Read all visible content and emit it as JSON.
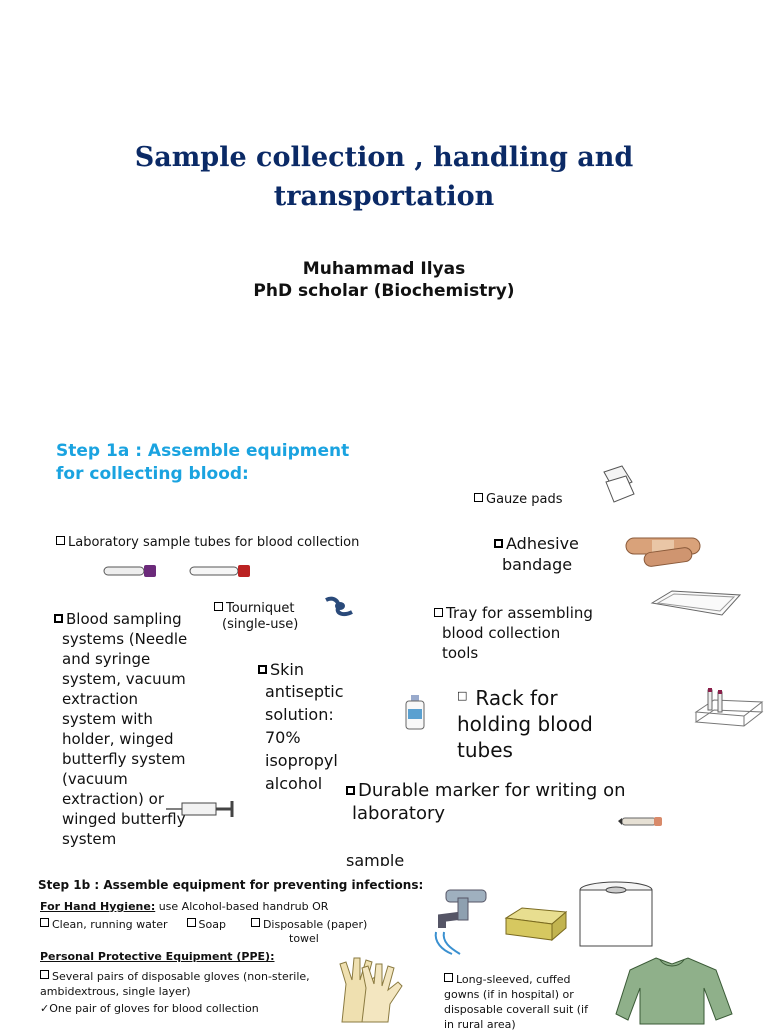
{
  "title": {
    "line1": "Sample collection , handling  and",
    "line2": "transportation"
  },
  "author": {
    "name": "Muhammad Ilyas",
    "role": "PhD scholar (Biochemistry)"
  },
  "step1a": {
    "line1": "Step 1a : Assemble equipment",
    "line2": "for collecting blood:"
  },
  "items": {
    "gauze": "Gauze pads",
    "tubes": "Laboratory sample tubes for blood collection",
    "adhesive_l1": "Adhesive",
    "adhesive_l2": "bandage",
    "tourniquet_l1": "Tourniquet",
    "tourniquet_l2": "(single-use)",
    "tray_l1": "Tray for assembling",
    "tray_l2": "blood collection",
    "tray_l3": "tools",
    "sampling": [
      "Blood sampling",
      "systems (Needle",
      "and syringe",
      "system,  vacuum",
      "extraction",
      "system with",
      "holder, winged",
      "butterfly  system",
      "(vacuum",
      "extraction) or",
      "winged butterfly",
      "system"
    ],
    "antiseptic": [
      "Skin",
      "antiseptic",
      "solution:",
      "70%",
      "isopropyl",
      "alcohol"
    ],
    "rack": [
      "Rack for",
      "holding blood",
      "tubes"
    ],
    "marker_l1": "Durable marker for writing on",
    "marker_l2": "laboratory",
    "marker_l3": "sample"
  },
  "step1b": {
    "heading": "Step 1b : Assemble equipment for preventing infections:",
    "hand_label": "For Hand Hygiene:",
    "hand_text": " use Alcohol-based handrub OR",
    "opt1": "Clean, running water",
    "opt2": "Soap",
    "opt3_l1": "Disposable (paper)",
    "opt3_l2": "towel",
    "ppe_label": "Personal Protective Equipment (PPE):",
    "gloves_l1": "Several pairs of disposable gloves (non-sterile,",
    "gloves_l2": "ambidextrous, single layer)",
    "gloves_pair": "One pair of gloves for blood collection",
    "gown_l1": "Long-sleeved, cuffed",
    "gown_l2": "gowns (if in hospital) or",
    "gown_l3": "disposable coverall suit (if",
    "gown_l4": "in rural area)"
  },
  "colors": {
    "title": "#0b2a66",
    "step": "#1aa3e0"
  }
}
